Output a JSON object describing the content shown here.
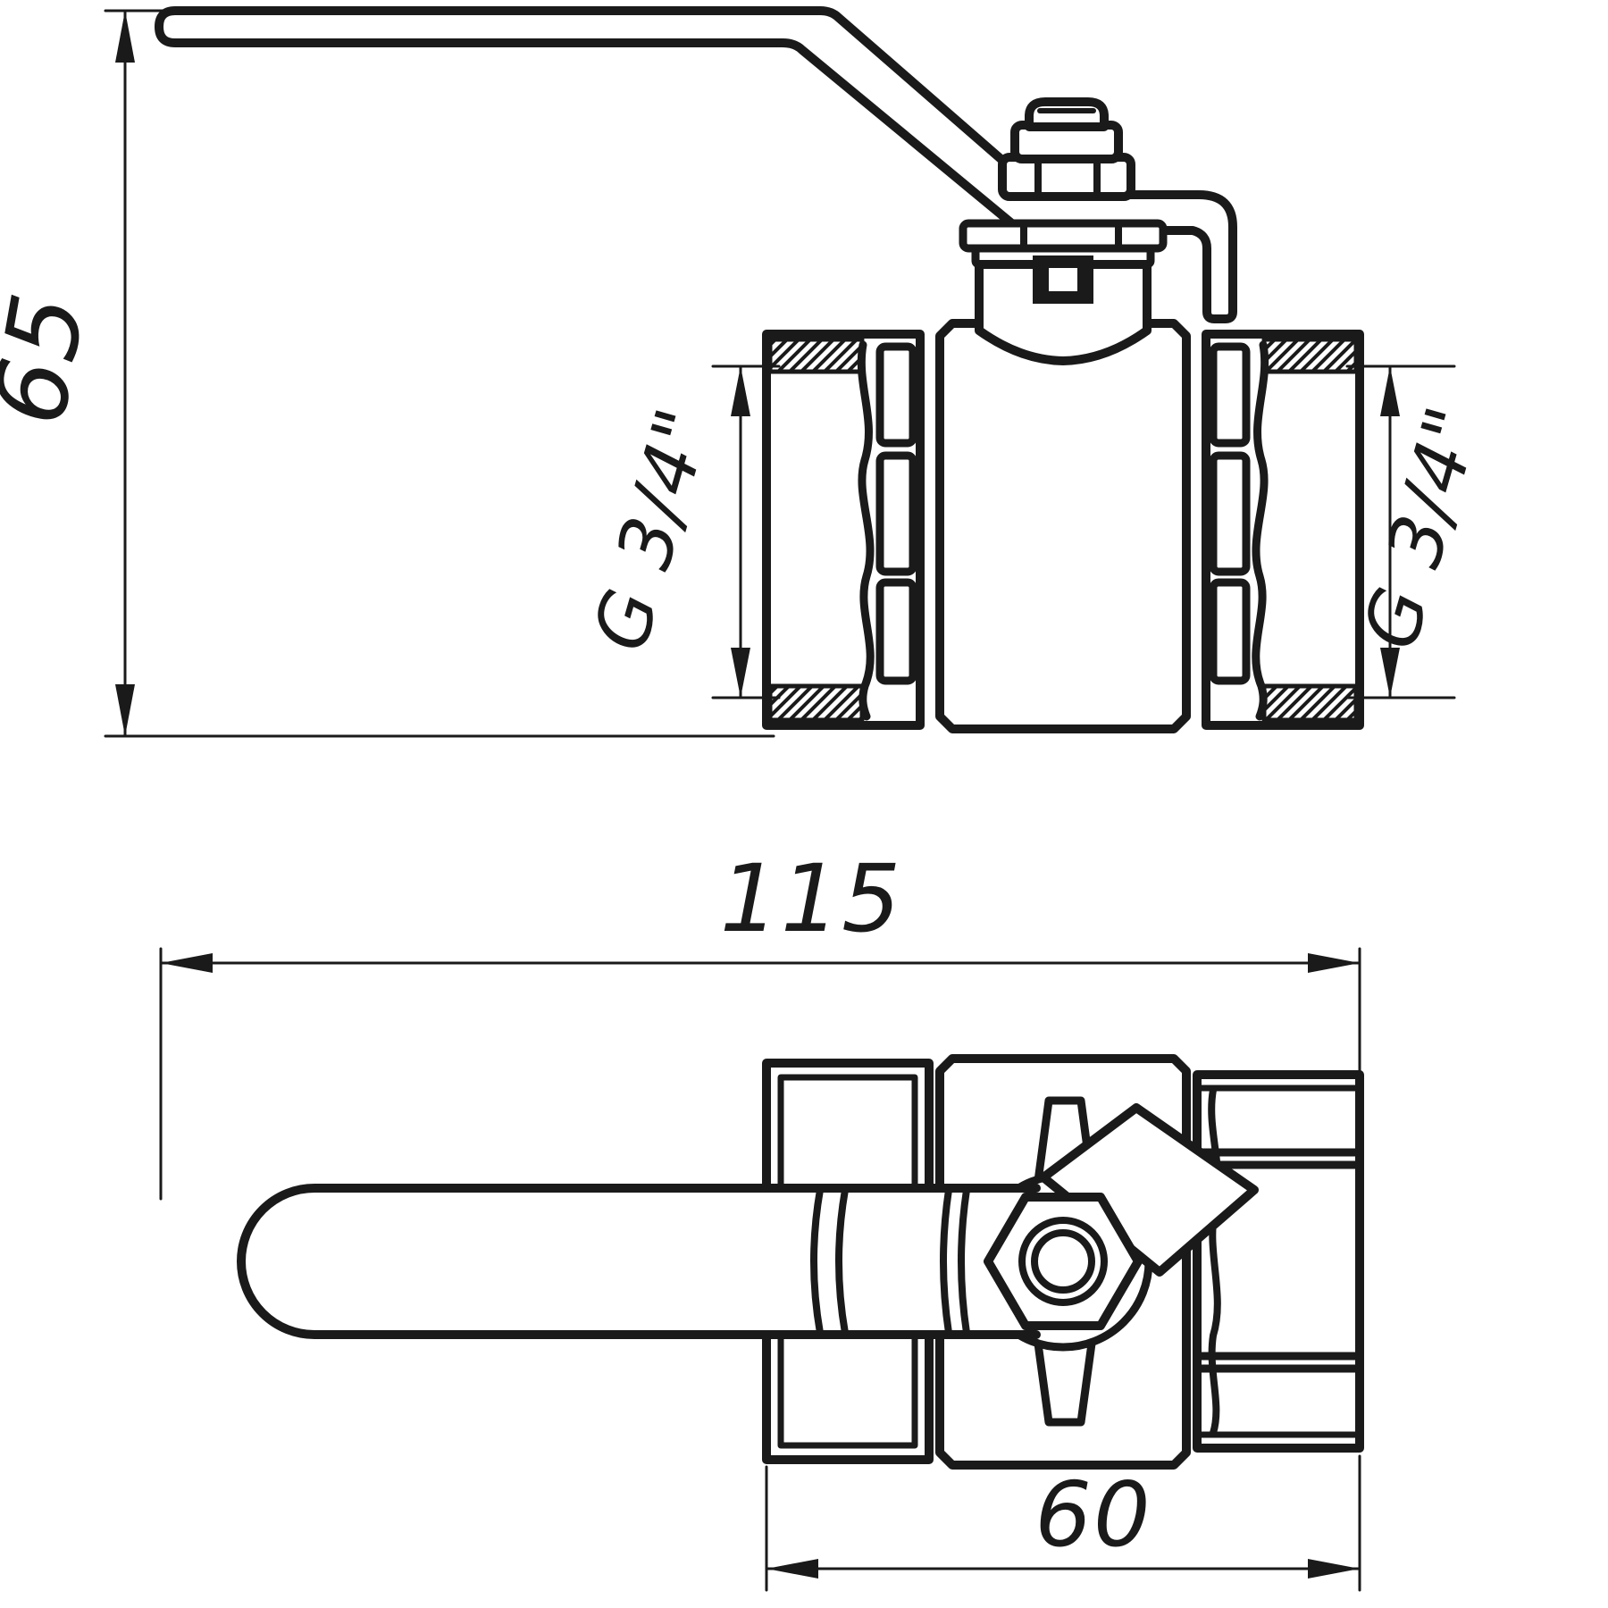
{
  "page": {
    "background": "#ffffff",
    "line_color": "#1a1a1a",
    "content_type": "technical-drawing",
    "subject": "ball-valve-with-lever-handle"
  },
  "dims": {
    "height": "65",
    "length": "115",
    "body_width": "60",
    "thread_left": "G 3/4\"",
    "thread_right": "G 3/4\""
  }
}
